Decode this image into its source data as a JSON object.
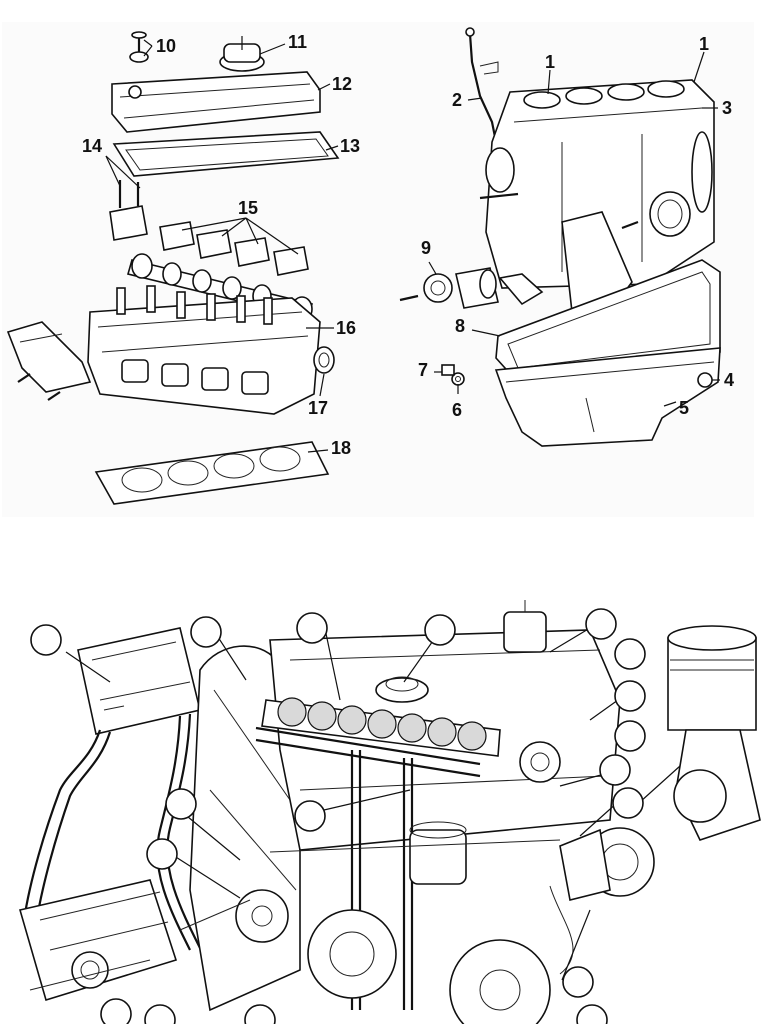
{
  "exploded_view": {
    "callouts": [
      {
        "id": "callout-1a",
        "text": "1"
      },
      {
        "id": "callout-1b",
        "text": "1"
      },
      {
        "id": "callout-2",
        "text": "2"
      },
      {
        "id": "callout-3",
        "text": "3"
      },
      {
        "id": "callout-4",
        "text": "4"
      },
      {
        "id": "callout-5",
        "text": "5"
      },
      {
        "id": "callout-6",
        "text": "6"
      },
      {
        "id": "callout-7",
        "text": "7"
      },
      {
        "id": "callout-8",
        "text": "8"
      },
      {
        "id": "callout-9",
        "text": "9"
      },
      {
        "id": "callout-10",
        "text": "10"
      },
      {
        "id": "callout-11",
        "text": "11"
      },
      {
        "id": "callout-12",
        "text": "12"
      },
      {
        "id": "callout-13",
        "text": "13"
      },
      {
        "id": "callout-14",
        "text": "14"
      },
      {
        "id": "callout-15",
        "text": "15"
      },
      {
        "id": "callout-16",
        "text": "16"
      },
      {
        "id": "callout-17",
        "text": "17"
      },
      {
        "id": "callout-18",
        "text": "18"
      }
    ]
  },
  "engine_cutaway": {
    "empty_callout_circle_count": 18
  }
}
